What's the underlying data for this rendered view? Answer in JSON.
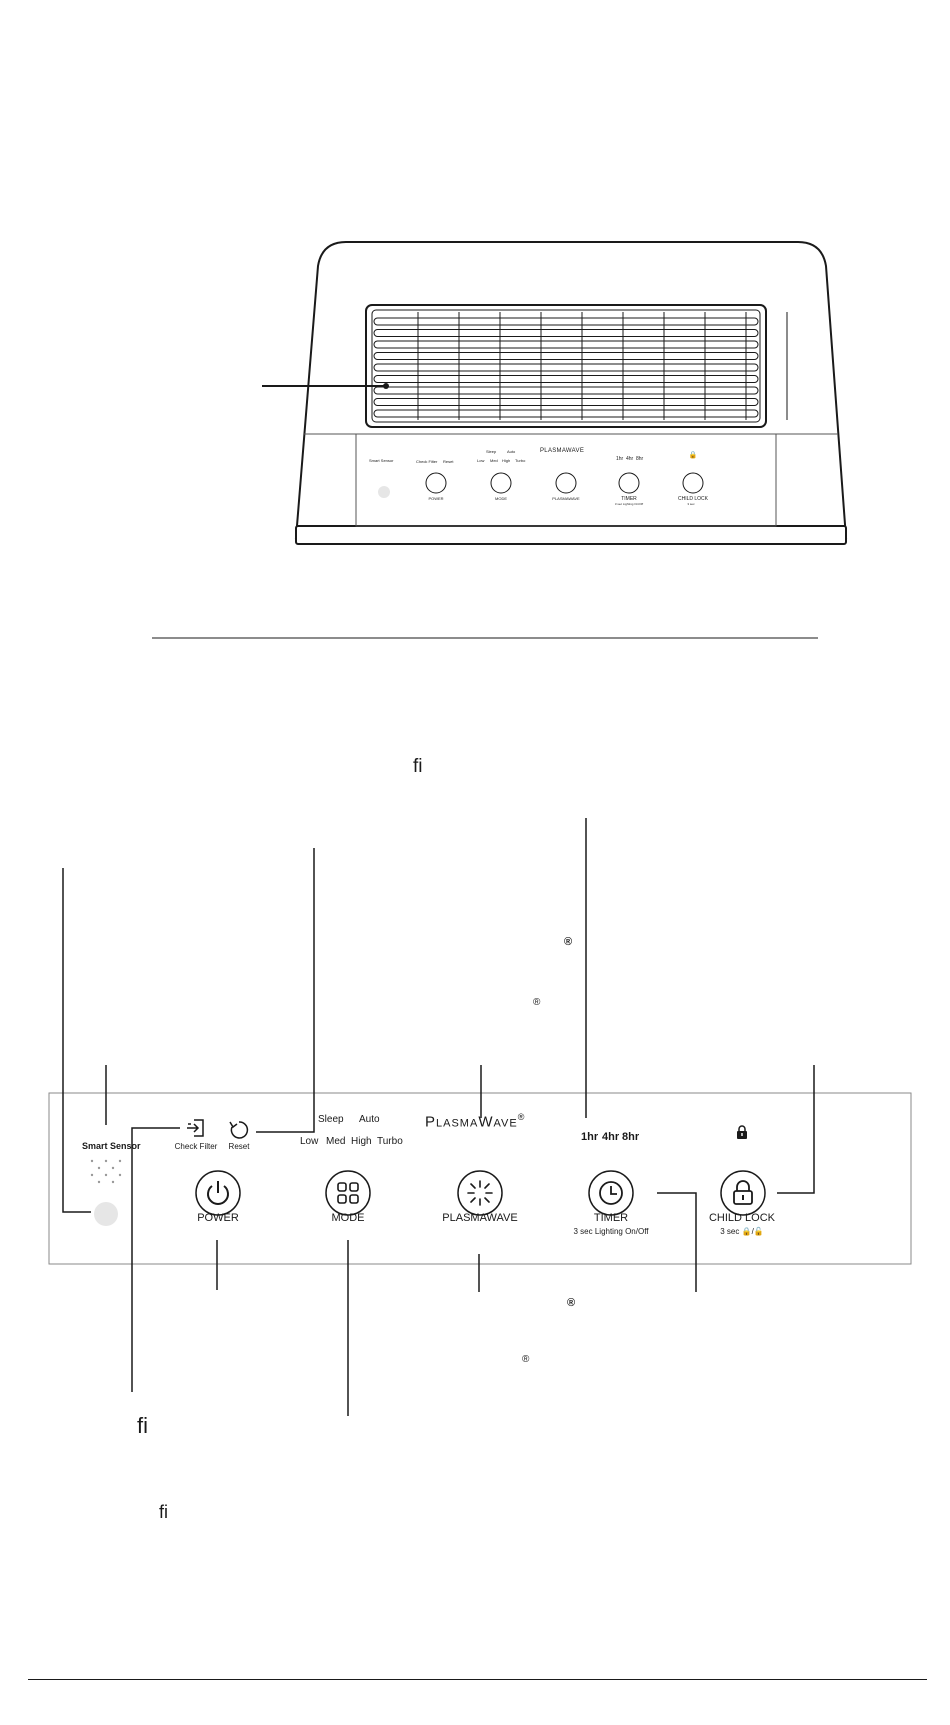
{
  "top_panel": {
    "smart_sensor": "Smart Sensor",
    "check_filter": "Check Filter",
    "reset": "Reset",
    "speed_top": [
      "Sleep",
      "Auto"
    ],
    "speed_bottom": [
      "Low",
      "Med",
      "High",
      "Turbo"
    ],
    "brand": "PLASMAWAVE",
    "timer_options": [
      "1hr",
      "4hr",
      "8hr"
    ],
    "buttons": [
      "POWER",
      "MODE",
      "PLASMAWAVE",
      "TIMER",
      "CHILD LOCK"
    ],
    "timer_sub": "3 sec Lighting On/Off",
    "lock_sub": "3 sec"
  },
  "panel": {
    "smart_sensor": "Smart Sensor",
    "check_filter": "Check Filter",
    "reset": "Reset",
    "speed_top": [
      "Sleep",
      "Auto"
    ],
    "speed_bottom": [
      "Low",
      "Med",
      "High",
      "Turbo"
    ],
    "brand_cap1": "P",
    "brand_small1": "LASMA",
    "brand_cap2": "W",
    "brand_small2": "AVE",
    "registered": "®",
    "timer_options": [
      "1hr",
      "4hr",
      "8hr"
    ],
    "buttons": {
      "power": "POWER",
      "mode": "MODE",
      "plasmawave": "PLASMAWAVE",
      "timer": "TIMER",
      "child_lock": "CHILD LOCK"
    },
    "timer_sub": "3 sec Lighting On/Off",
    "lock_sub": "3 sec"
  },
  "stray_glyphs": {
    "fi_top": "ﬁ",
    "reg_1": "®",
    "reg_2": "®",
    "reg_3": "®",
    "reg_4": "®",
    "fi_left": "ﬁ",
    "fi_bottom": "ﬁ"
  }
}
